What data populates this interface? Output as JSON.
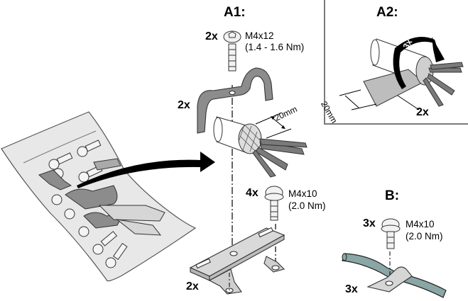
{
  "sections": {
    "a1": {
      "heading": "A1:",
      "screw_top": {
        "qty": "2x",
        "size": "M4x12",
        "torque": "(1.4 - 1.6 Nm)"
      },
      "clamp": {
        "qty": "2x"
      },
      "strip_length": "20mm",
      "screw_bottom": {
        "qty": "4x",
        "size": "M4x10",
        "torque": "(2.0 Nm)"
      },
      "bracket": {
        "qty": "2x"
      }
    },
    "a2": {
      "heading": "A2:",
      "wrap_count": "3x",
      "tape_width": "20mm",
      "tape_qty": "2x"
    },
    "b": {
      "heading": "B:",
      "screw": {
        "qty": "3x",
        "size": "M4x10",
        "torque": "(2.0 Nm)"
      },
      "clip": {
        "qty": "3x"
      }
    }
  },
  "colors": {
    "part_gray": "#8c8c8c",
    "bag_fill": "#e6e6e6",
    "cable_teal": "#8aa6a6",
    "frame": "#7a7a7a"
  }
}
